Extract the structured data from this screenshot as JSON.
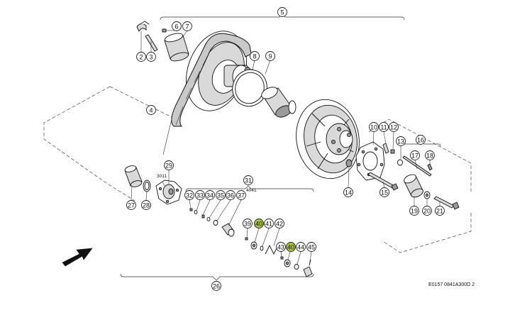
{
  "drawing_id": "E0157 0841A300D 2",
  "callouts": {
    "c2": "2",
    "c3": "3",
    "c4": "4",
    "c5": "5",
    "c6": "6",
    "c7": "7",
    "c8": "8",
    "c9": "9",
    "c10": "10",
    "c11": "11",
    "c12": "12",
    "c13": "13",
    "c14": "14",
    "c15": "15",
    "c16": "16",
    "c17": "17",
    "c18": "18",
    "c19": "19",
    "c20": "20",
    "c21": "21",
    "c26": "26",
    "c27": "27",
    "c28": "28",
    "c29": "29",
    "c31": "31",
    "c32": "32",
    "c33": "33",
    "c34": "34",
    "c35": "35",
    "c36": "36",
    "c37": "37",
    "c39": "39",
    "c40a": "40",
    "c41": "41",
    "c42": "42",
    "c43": "43",
    "c40b": "40",
    "c44": "44",
    "c45": "45"
  },
  "codes": {
    "code_3011": "3011",
    "code_4041": "4041"
  },
  "highlight_color": "#a8c63a"
}
